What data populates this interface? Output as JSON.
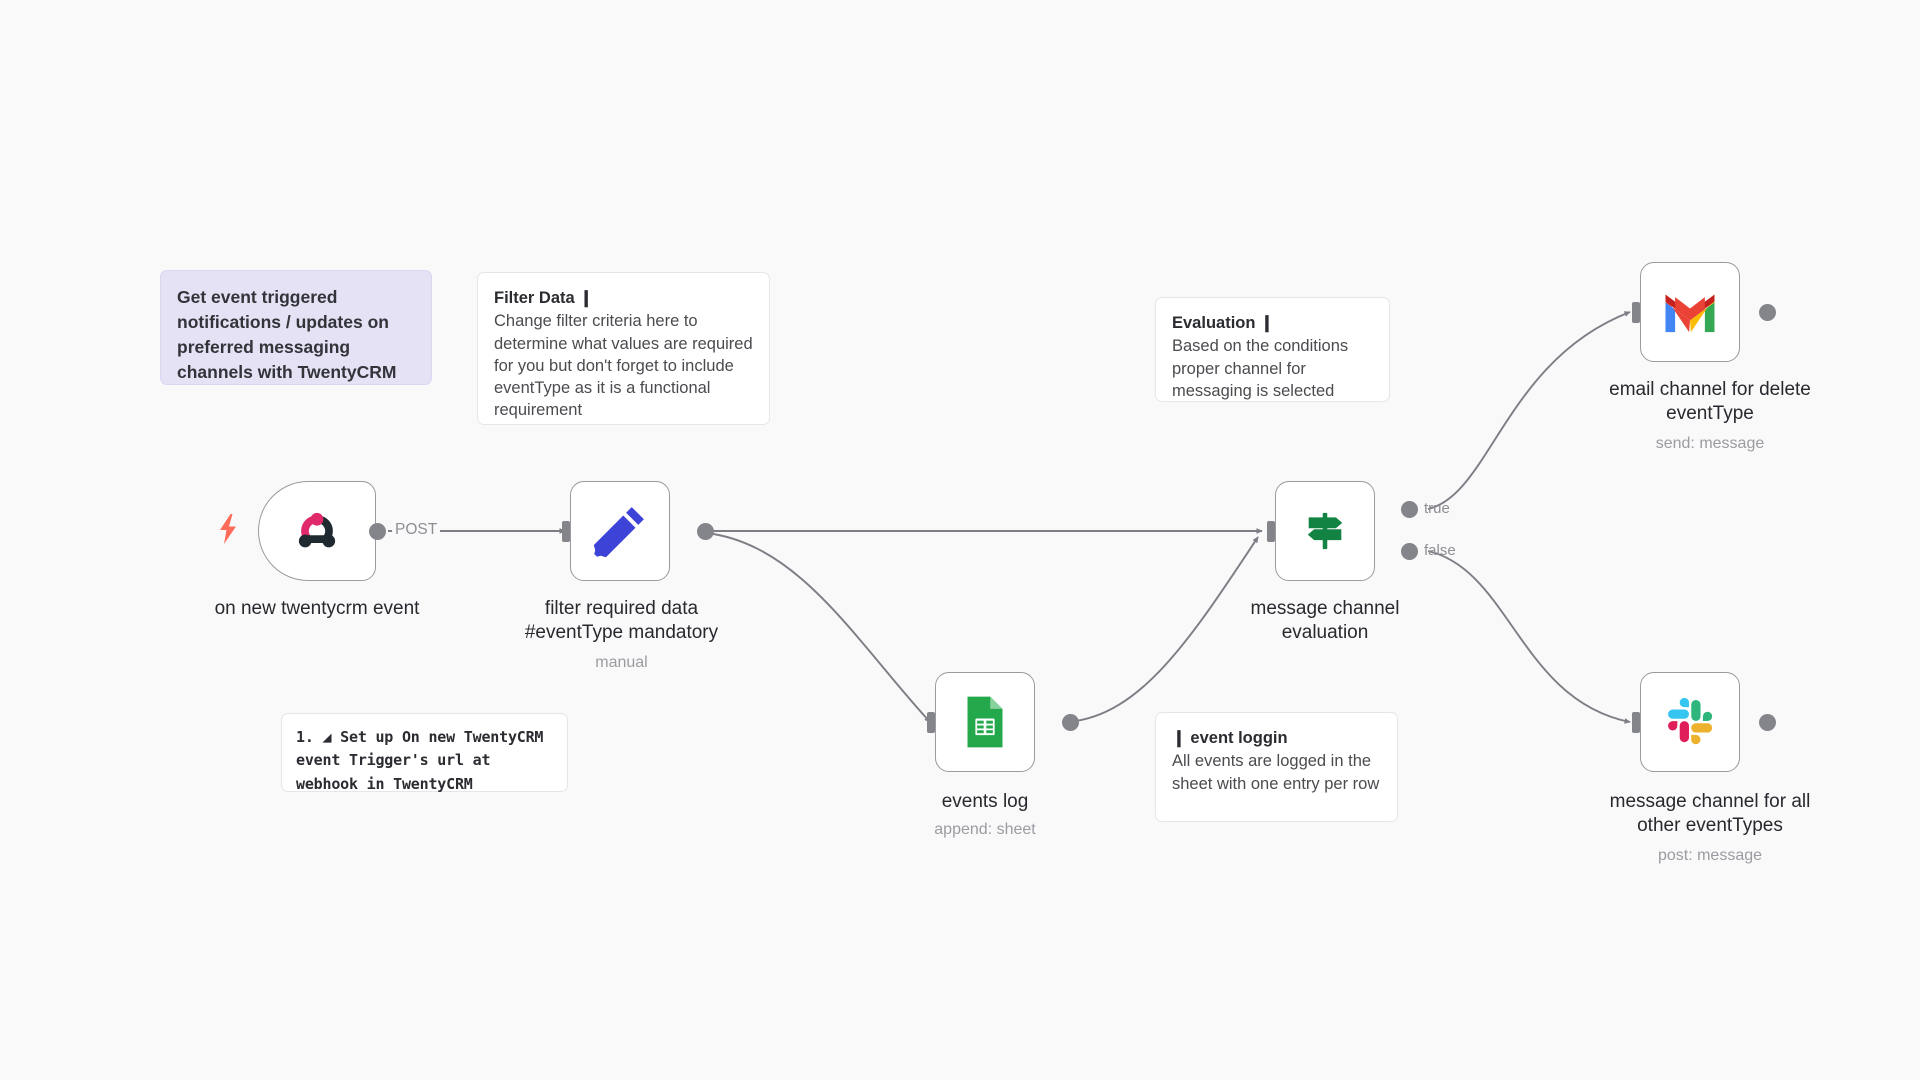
{
  "canvas": {
    "background_color": "#f9f9fa",
    "edge_color": "#7d7d85",
    "port_color": "#84848b"
  },
  "sticky_notes": [
    {
      "id": "overview",
      "style": "purple",
      "body": "Get event triggered notifications / updates on preferred messaging channels with TwentyCRM",
      "color": "#e4e2f4"
    },
    {
      "id": "filter-data",
      "style": "plain",
      "title": "Filter Data ❙",
      "body": "Change filter criteria here to determine what values are required for you but don't forget to include eventType as it is a functional requirement"
    },
    {
      "id": "evaluation",
      "style": "plain",
      "title": "Evaluation ❙",
      "body": "Based on the conditions proper channel for messaging is selected"
    },
    {
      "id": "event-loggin",
      "style": "plain",
      "title": "❙ event loggin",
      "body": "All events are logged in the sheet with one entry per row"
    },
    {
      "id": "setup-step",
      "style": "mono",
      "body": "1. ◢ Set up On  new  TwentyCRM event Trigger's url at webhook in TwentyCRM"
    }
  ],
  "nodes": [
    {
      "id": "webhook-trigger",
      "icon": "webhook-icon",
      "caption": "on new twentycrm event",
      "subcaption": "",
      "has_trigger_bolt": true,
      "shape": "trigger"
    },
    {
      "id": "set-filter",
      "icon": "pencil-edit-icon",
      "caption": "filter required data\n#eventType mandatory",
      "subcaption": "manual",
      "shape": "square"
    },
    {
      "id": "google-sheets",
      "icon": "google-sheets-icon",
      "caption": "events log",
      "subcaption": "append: sheet",
      "shape": "square"
    },
    {
      "id": "if-switch",
      "icon": "signpost-icon",
      "caption": "message channel\nevaluation",
      "subcaption": "",
      "shape": "square"
    },
    {
      "id": "gmail",
      "icon": "gmail-icon",
      "caption": "email channel for delete\neventType",
      "subcaption": "send: message",
      "shape": "square"
    },
    {
      "id": "slack",
      "icon": "slack-icon",
      "caption": "message channel for all\nother eventTypes",
      "subcaption": "post: message",
      "shape": "square"
    }
  ],
  "edges": [
    {
      "id": "trigger-to-set",
      "label": "POST",
      "from": "webhook-trigger",
      "to": "set-filter"
    },
    {
      "id": "set-to-if",
      "label": "",
      "from": "set-filter",
      "to": "if-switch"
    },
    {
      "id": "set-to-sheets",
      "label": "",
      "from": "set-filter",
      "to": "google-sheets"
    },
    {
      "id": "sheets-to-if",
      "label": "",
      "from": "google-sheets",
      "to": "if-switch"
    },
    {
      "id": "if-true-to-gmail",
      "label": "true",
      "from": "if-switch",
      "to": "gmail"
    },
    {
      "id": "if-false-to-slack",
      "label": "false",
      "from": "if-switch",
      "to": "slack"
    }
  ],
  "port_labels": {
    "true": "true",
    "false": "false"
  }
}
